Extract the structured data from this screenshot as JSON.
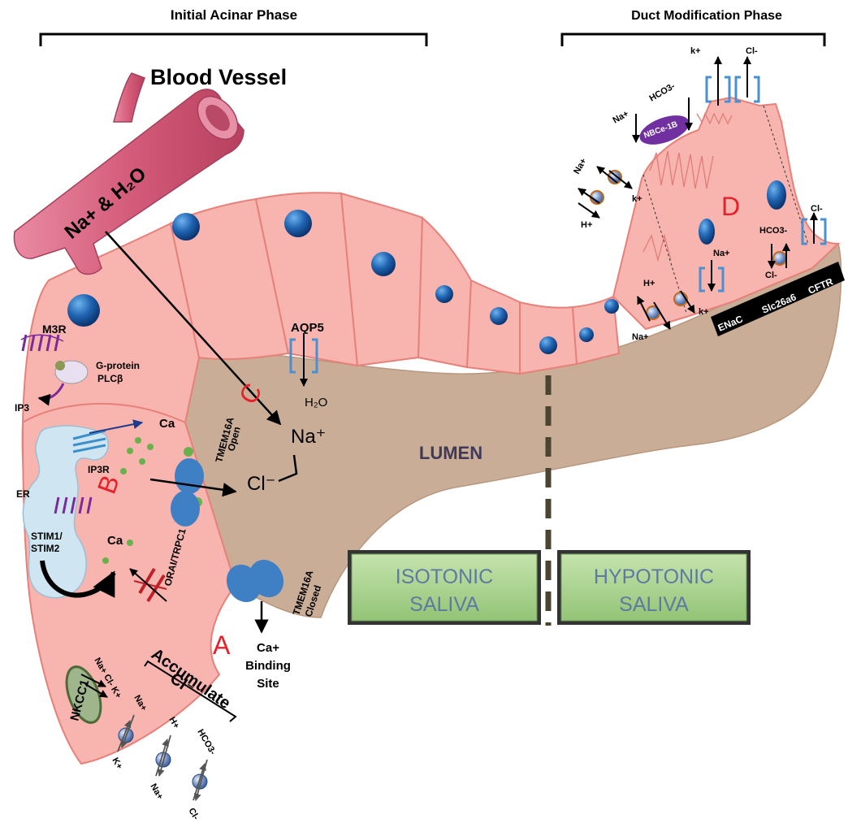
{
  "phases": {
    "acinar": "Initial Acinar Phase",
    "duct": "Duct Modification Phase"
  },
  "blood_vessel": {
    "title": "Blood Vessel",
    "flow_label": "Na+ & H₂O"
  },
  "region_letters": {
    "a": "A",
    "b": "B",
    "c": "C",
    "d": "D"
  },
  "lumen_label": "LUMEN",
  "saliva": {
    "isotonic_line1": "ISOTONIC",
    "isotonic_line2": "SALIVA",
    "hypotonic_line1": "HYPOTONIC",
    "hypotonic_line2": "SALIVA"
  },
  "acinar_labels": {
    "m3r": "M3R",
    "gprotein": "G-protein",
    "plcb": "PLCβ",
    "ip3": "IP3",
    "ca_top": "Ca",
    "ip3r": "IP3R",
    "er": "ER",
    "stim_line1": "STIM1/",
    "stim_line2": "STIM2",
    "ca_lower": "Ca",
    "orai": "ORAI/TRPC1",
    "tmem_open_line1": "TMEM16A",
    "tmem_open_line2": "Open",
    "tmem_closed_line1": "TMEM16A",
    "tmem_closed_line2": "Closed",
    "ca_binding_line1": "Ca+",
    "ca_binding_line2": "Binding",
    "ca_binding_line3": "Site",
    "aqp5": "AQP5",
    "h2o": "H₂O",
    "na_plus": "Na⁺",
    "cl_minus": "Cl⁻",
    "accumulate": "Accumulate",
    "accumulate_ion": "Cl⁻",
    "nkcc1": "NKCC1",
    "nkcc1_ions": "Na+ Cl- K+",
    "exch_na_in": "Na+",
    "exch_h": "H+",
    "exch_hco3": "HCO3-",
    "exch_k": "K+",
    "exch_na_out": "Na+",
    "exch_cl": "Cl-"
  },
  "duct_labels": {
    "k_top": "k+",
    "cl_top": "Cl-",
    "na_nbce": "Na+",
    "hco3_nbce": "HCO3-",
    "nbce": "NBCe-1B",
    "na_left": "Na+",
    "k_left": "k+",
    "h_left": "H+",
    "cl_right": "Cl-",
    "hco3_right": "HCO3-",
    "na_mid": "Na+",
    "cl_mid": "Cl-",
    "h_lower": "H+",
    "k_lower": "k+",
    "na_lower": "Na+"
  },
  "channel_tags": [
    "ENaC",
    "Slc26a6",
    "CFTR"
  ],
  "colors": {
    "cell_fill": "#f8b4ae",
    "cell_stroke": "#e8807a",
    "lumen": "#c9ad96",
    "nucleus": "#2266aa",
    "saliva_box": "#a9d18e",
    "letter_red": "#e8202a",
    "channel_blue": "#4a90d0",
    "vessel": "#d2607a",
    "divider": "#4a4430",
    "nbce_purple": "#7030a0"
  }
}
